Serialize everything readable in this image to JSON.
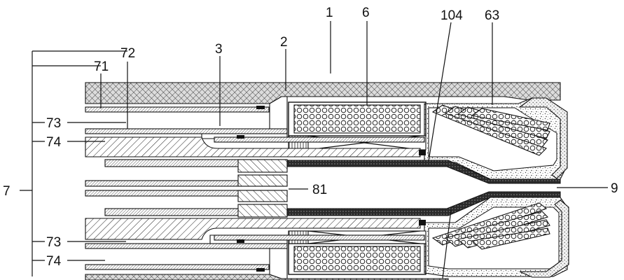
{
  "labels": {
    "n1": "1",
    "n6": "6",
    "n104": "104",
    "n63": "63",
    "n72": "72",
    "n3": "3",
    "n2": "2",
    "n71": "71",
    "n73_top": "73",
    "n74_top": "74",
    "n7": "7",
    "n81": "81",
    "n9": "9",
    "n73_bot": "73",
    "n74_bot": "74"
  }
}
